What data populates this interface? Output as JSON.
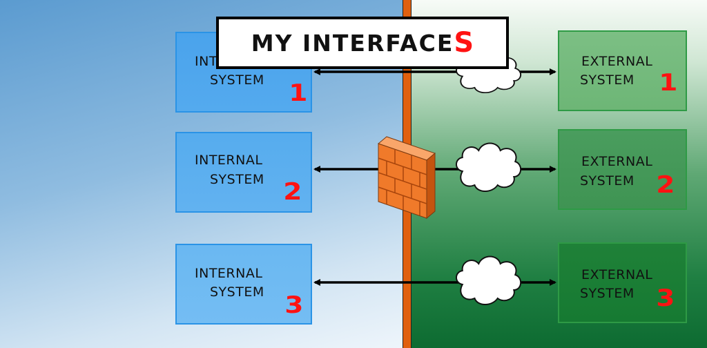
{
  "title": {
    "main": "MY INTERFACE",
    "last_letter": "S"
  },
  "internal_systems": [
    {
      "line1": "INTERNAL",
      "line2": "SYSTEM",
      "number": "1"
    },
    {
      "line1": "INTERNAL",
      "line2": "SYSTEM",
      "number": "2"
    },
    {
      "line1": "INTERNAL",
      "line2": "SYSTEM",
      "number": "3"
    }
  ],
  "external_systems": [
    {
      "line1": "EXTERNAL",
      "line2": "SYSTEM",
      "number": "1"
    },
    {
      "line1": "EXTERNAL",
      "line2": "SYSTEM",
      "number": "2"
    },
    {
      "line1": "EXTERNAL",
      "line2": "SYSTEM",
      "number": "3"
    }
  ],
  "colors": {
    "internal_zone": "#5b9bd0",
    "external_zone": "#1f7f42",
    "boundary": "#e0600f",
    "number_accent": "#ff1212",
    "firewall": "#f07a2a"
  },
  "icons": [
    "firewall-icon",
    "cloud-icon",
    "double-arrow-icon"
  ]
}
